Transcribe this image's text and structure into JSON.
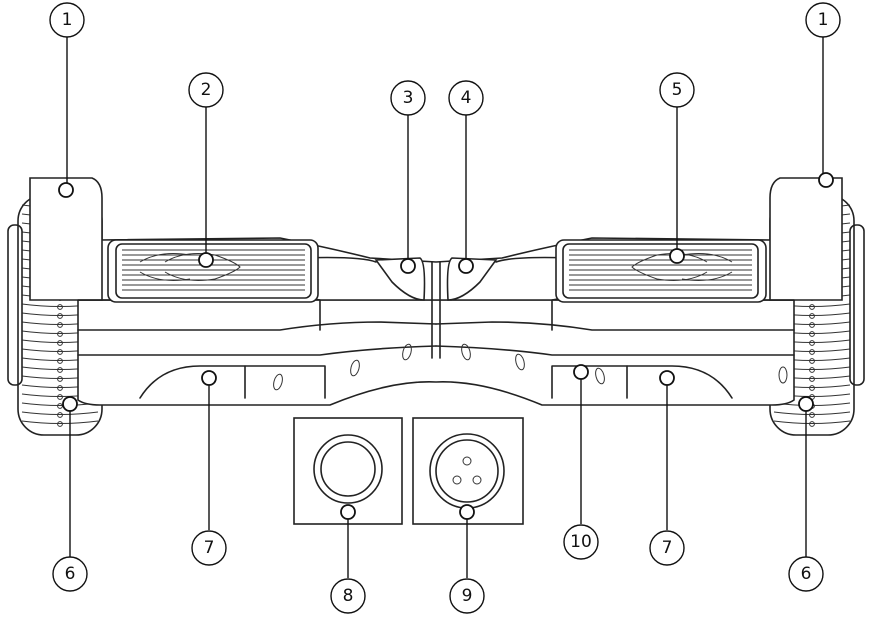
{
  "callouts": [
    {
      "id": "c1-left",
      "label": "1"
    },
    {
      "id": "c1-right",
      "label": "1"
    },
    {
      "id": "c2",
      "label": "2"
    },
    {
      "id": "c3",
      "label": "3"
    },
    {
      "id": "c4",
      "label": "4"
    },
    {
      "id": "c5",
      "label": "5"
    },
    {
      "id": "c6-left",
      "label": "6"
    },
    {
      "id": "c6-right",
      "label": "6"
    },
    {
      "id": "c7-left",
      "label": "7"
    },
    {
      "id": "c7-right",
      "label": "7"
    },
    {
      "id": "c8",
      "label": "8"
    },
    {
      "id": "c9",
      "label": "9"
    },
    {
      "id": "c10",
      "label": "10"
    }
  ]
}
